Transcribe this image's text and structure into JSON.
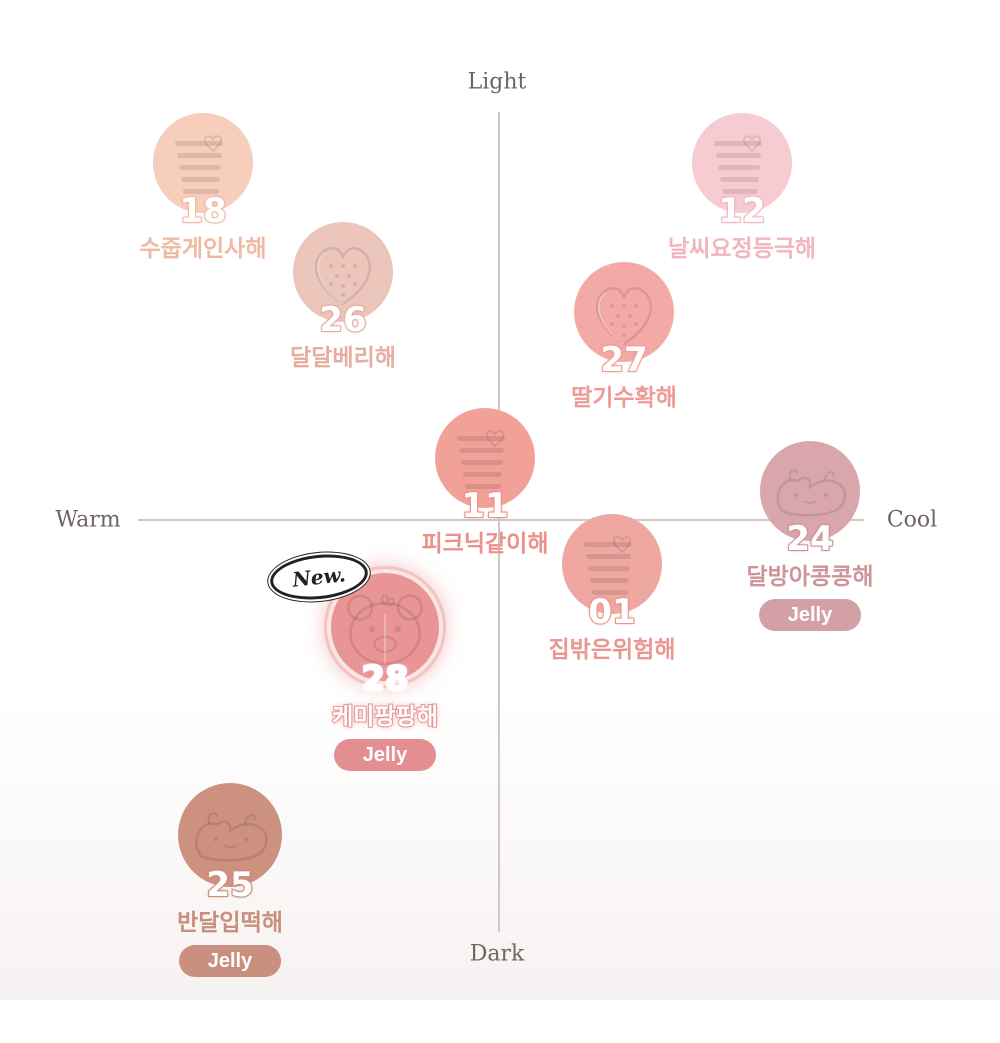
{
  "axes": {
    "top": "Light",
    "bottom": "Dark",
    "left": "Warm",
    "right": "Cool"
  },
  "new_badge": "New.",
  "items": [
    {
      "number": "18",
      "name": "수줍게인사해",
      "color": "#f7cdbb",
      "text_color": "#f0b9a3",
      "emboss": "text",
      "badge": ""
    },
    {
      "number": "12",
      "name": "날씨요정등극해",
      "color": "#f6ccd2",
      "text_color": "#f2b5bf",
      "emboss": "text",
      "badge": ""
    },
    {
      "number": "26",
      "name": "달달베리해",
      "color": "#ecc5bb",
      "text_color": "#e6ada0",
      "emboss": "strawberry",
      "badge": ""
    },
    {
      "number": "27",
      "name": "딸기수확해",
      "color": "#f3aaa6",
      "text_color": "#ee9a95",
      "emboss": "strawberry",
      "badge": ""
    },
    {
      "number": "11",
      "name": "피크닉같이해",
      "color": "#f2a199",
      "text_color": "#ec918a",
      "emboss": "text",
      "badge": ""
    },
    {
      "number": "24",
      "name": "달방아콩콩해",
      "color": "#d9a7ab",
      "text_color": "#cf9499",
      "emboss": "bunny",
      "badge": "Jelly",
      "badge_color": "#d3a0a6"
    },
    {
      "number": "01",
      "name": "집밖은위험해",
      "color": "#eea8a1",
      "text_color": "#e99790",
      "emboss": "text",
      "badge": ""
    },
    {
      "number": "28",
      "name": "케미팡팡해",
      "color": "#e99596",
      "text_color": "#ffffff",
      "emboss": "bear",
      "badge": "Jelly",
      "badge_color": "#e38e90",
      "is_new": true
    },
    {
      "number": "25",
      "name": "반달입떡해",
      "color": "#cd917f",
      "text_color": "#c98e7d",
      "emboss": "bunny",
      "badge": "Jelly",
      "badge_color": "#c99080"
    }
  ]
}
